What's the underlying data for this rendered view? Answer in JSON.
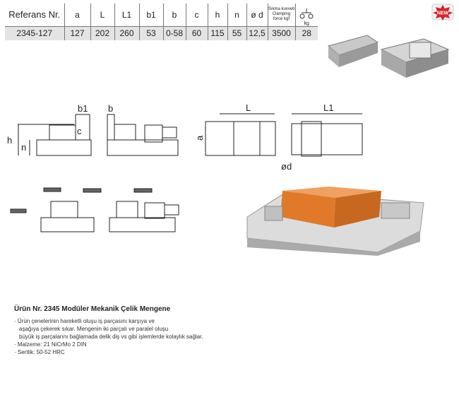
{
  "table": {
    "headers": [
      "Referans Nr.",
      "a",
      "L",
      "L1",
      "b1",
      "b",
      "c",
      "h",
      "n",
      "ø d",
      "Sıkma kuvveti Clamping force kgf",
      "kg"
    ],
    "row": [
      "2345-127",
      "127",
      "202",
      "260",
      "53",
      "0-58",
      "60",
      "115",
      "55",
      "12,5",
      "3500",
      "28"
    ]
  },
  "badge": "NEW",
  "drawing_labels": {
    "b1": "b1",
    "b": "b",
    "c": "c",
    "h": "h",
    "n": "n",
    "L": "L",
    "L1": "L1",
    "a": "a",
    "d": "ød"
  },
  "product": {
    "title": "Ürün Nr. 2345 Modüler Mekanik Çelik Mengene",
    "lines": [
      "Ürün çenelerinin hareketli oluşu iş parçasını karşıya ve",
      "aşağıya çekerek sıkar. Mengenin iki parçalı ve paralel oluşu",
      "büyük iş parçalarını bağlamada delik diş vs gibi işlemlerde kolaylık sağlar.",
      "Malzeme: 21 NiCrMo 2 DIN",
      "Sertlik: 50-52 HRC"
    ]
  },
  "colors": {
    "accent": "#e07a2a",
    "badge": "#d2232a"
  }
}
